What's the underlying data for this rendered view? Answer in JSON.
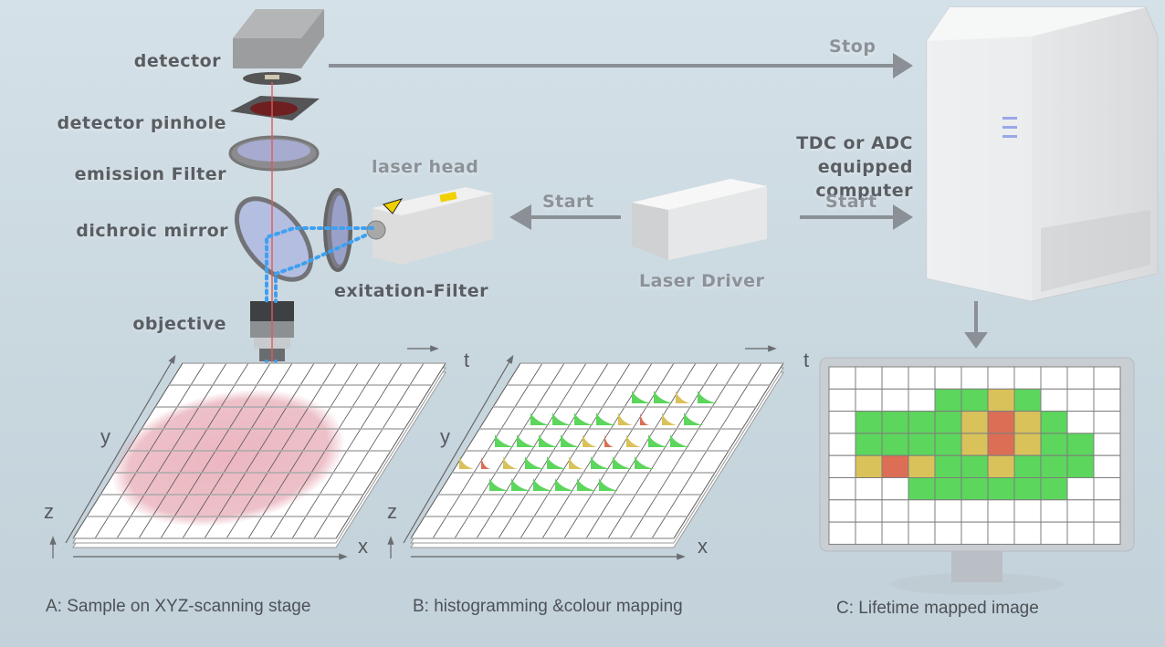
{
  "components": {
    "detector": "detector",
    "detector_pinhole": "detector pinhole",
    "emission_filter": "emission Filter",
    "dichroic_mirror": "dichroic mirror",
    "objective": "objective",
    "laser_head": "laser head",
    "excitation_filter": "exitation-Filter",
    "laser_driver": "Laser Driver",
    "computer": [
      "TDC or ADC",
      "equipped",
      "computer"
    ]
  },
  "signals": {
    "stop": "Stop",
    "start_left": "Start",
    "start_right": "Start"
  },
  "axes": {
    "x": "x",
    "y": "y",
    "z": "z",
    "t": "t"
  },
  "captions": {
    "a": "A: Sample on XYZ-scanning stage",
    "b": "B: histogramming &colour mapping",
    "c": "C: Lifetime mapped image"
  },
  "colors": {
    "green": "#5cd65c",
    "yellow": "#d9c25a",
    "red": "#dc6e55",
    "empty": "#ffffff",
    "laser_blue": "#3ea0f0",
    "emission_red": "#e05a5a"
  },
  "lifetime_map": {
    "rows": [
      "...........",
      "....GGYG...",
      ".GGGGYRYG..",
      ".GGGGYRYGG.",
      ".YRYGGYGGG.",
      "...GGGGGG..",
      "...........",
      "..........."
    ]
  },
  "histogram_map": {
    "rows": [
      "......GGYG..",
      "..GGGGYRYG..",
      ".GGGGYRYGG..",
      "YRYGGYGGG...",
      "..GGGGGG...."
    ]
  }
}
